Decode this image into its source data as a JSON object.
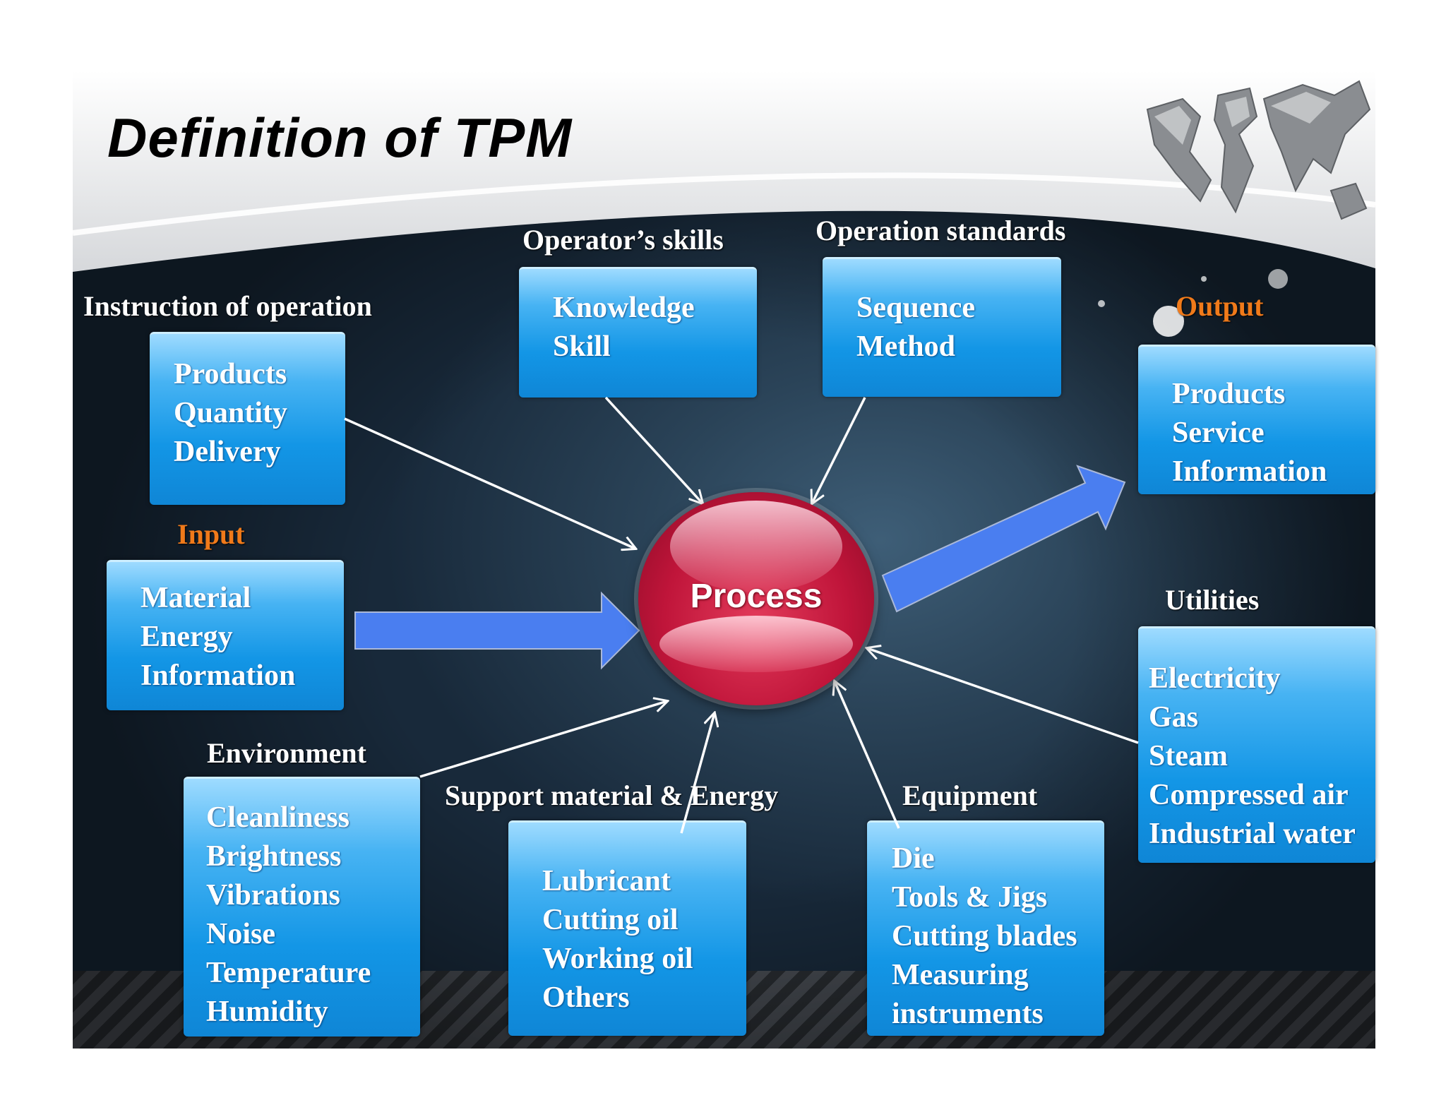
{
  "title": "Definition of TPM",
  "center": {
    "label": "Process"
  },
  "nodes": {
    "instruction": {
      "label": "Instruction of operation",
      "items": [
        "Products",
        "Quantity",
        "Delivery"
      ]
    },
    "operator": {
      "label": "Operator’s skills",
      "items": [
        "Knowledge",
        "Skill"
      ]
    },
    "standards": {
      "label": "Operation standards",
      "items": [
        "Sequence",
        "Method"
      ]
    },
    "output": {
      "label": "Output",
      "items": [
        "Products",
        "Service",
        "Information"
      ]
    },
    "input": {
      "label": "Input",
      "items": [
        "Material",
        "Energy",
        "Information"
      ]
    },
    "utilities": {
      "label": "Utilities",
      "items": [
        "Electricity",
        "Gas",
        "Steam",
        "Compressed air",
        "Industrial water"
      ]
    },
    "environment": {
      "label": "Environment",
      "items": [
        "Cleanliness",
        "Brightness",
        "Vibrations",
        "Noise",
        "Temperature",
        "Humidity"
      ]
    },
    "support": {
      "label": "Support material & Energy",
      "items": [
        "Lubricant",
        "Cutting oil",
        "Working oil",
        "Others"
      ]
    },
    "equipment": {
      "label": "Equipment",
      "items": [
        "Die",
        "Tools & Jigs",
        "Cutting blades",
        "Measuring",
        "instruments"
      ]
    }
  },
  "colors": {
    "box": "#1396e6",
    "highlight_label": "#f07a1a",
    "big_arrow": "#4a7ef0",
    "process_ball": "#c0153a"
  }
}
